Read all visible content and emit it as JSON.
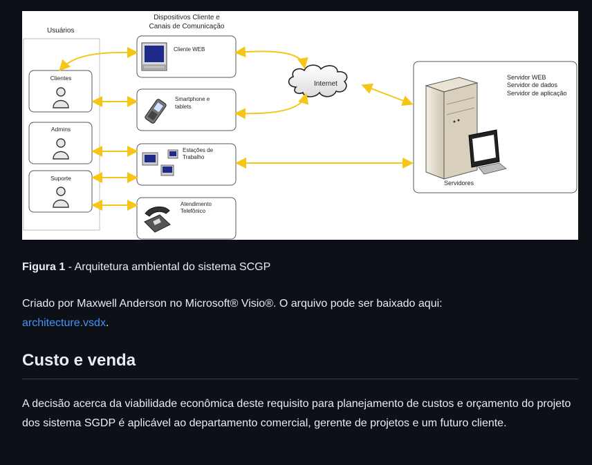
{
  "diagram": {
    "usuarios_title": "Usuários",
    "canais_title_line1": "Dispositivos Cliente e",
    "canais_title_line2": "Canais de Comunicação",
    "users": [
      {
        "label": "Clientes"
      },
      {
        "label": "Admins"
      },
      {
        "label": "Suporte"
      }
    ],
    "devices": [
      {
        "label_line1": "Cliente WEB",
        "label_line2": ""
      },
      {
        "label_line1": "Smartphone e",
        "label_line2": "tablets"
      },
      {
        "label_line1": "Estações de",
        "label_line2": "Trabalho"
      },
      {
        "label_line1": "Atendimento",
        "label_line2": "Telefônico"
      }
    ],
    "internet_label": "Internet",
    "servers": {
      "line1": "Servidor WEB",
      "line2": "Servidor de dados",
      "line3": "Servidor de aplicação",
      "caption": "Servidores"
    },
    "colors": {
      "arrow": "#f5c518",
      "box_border": "#555555"
    }
  },
  "figure_caption": {
    "bold": "Figura 1",
    "text": " - Arquitetura ambiental do sistema SCGP"
  },
  "credit": {
    "text": "Criado por Maxwell Anderson no Microsoft® Visio®. O arquivo pode ser baixado aqui:",
    "link": "architecture.vsdx",
    "after": "."
  },
  "section": {
    "heading": "Custo e venda",
    "paragraph": "A decisão acerca da viabilidade econômica deste requisito para planejamento de custos e orçamento do projeto dos sistema SGDP é aplicável ao departamento comercial, gerente de projetos e um futuro cliente."
  }
}
